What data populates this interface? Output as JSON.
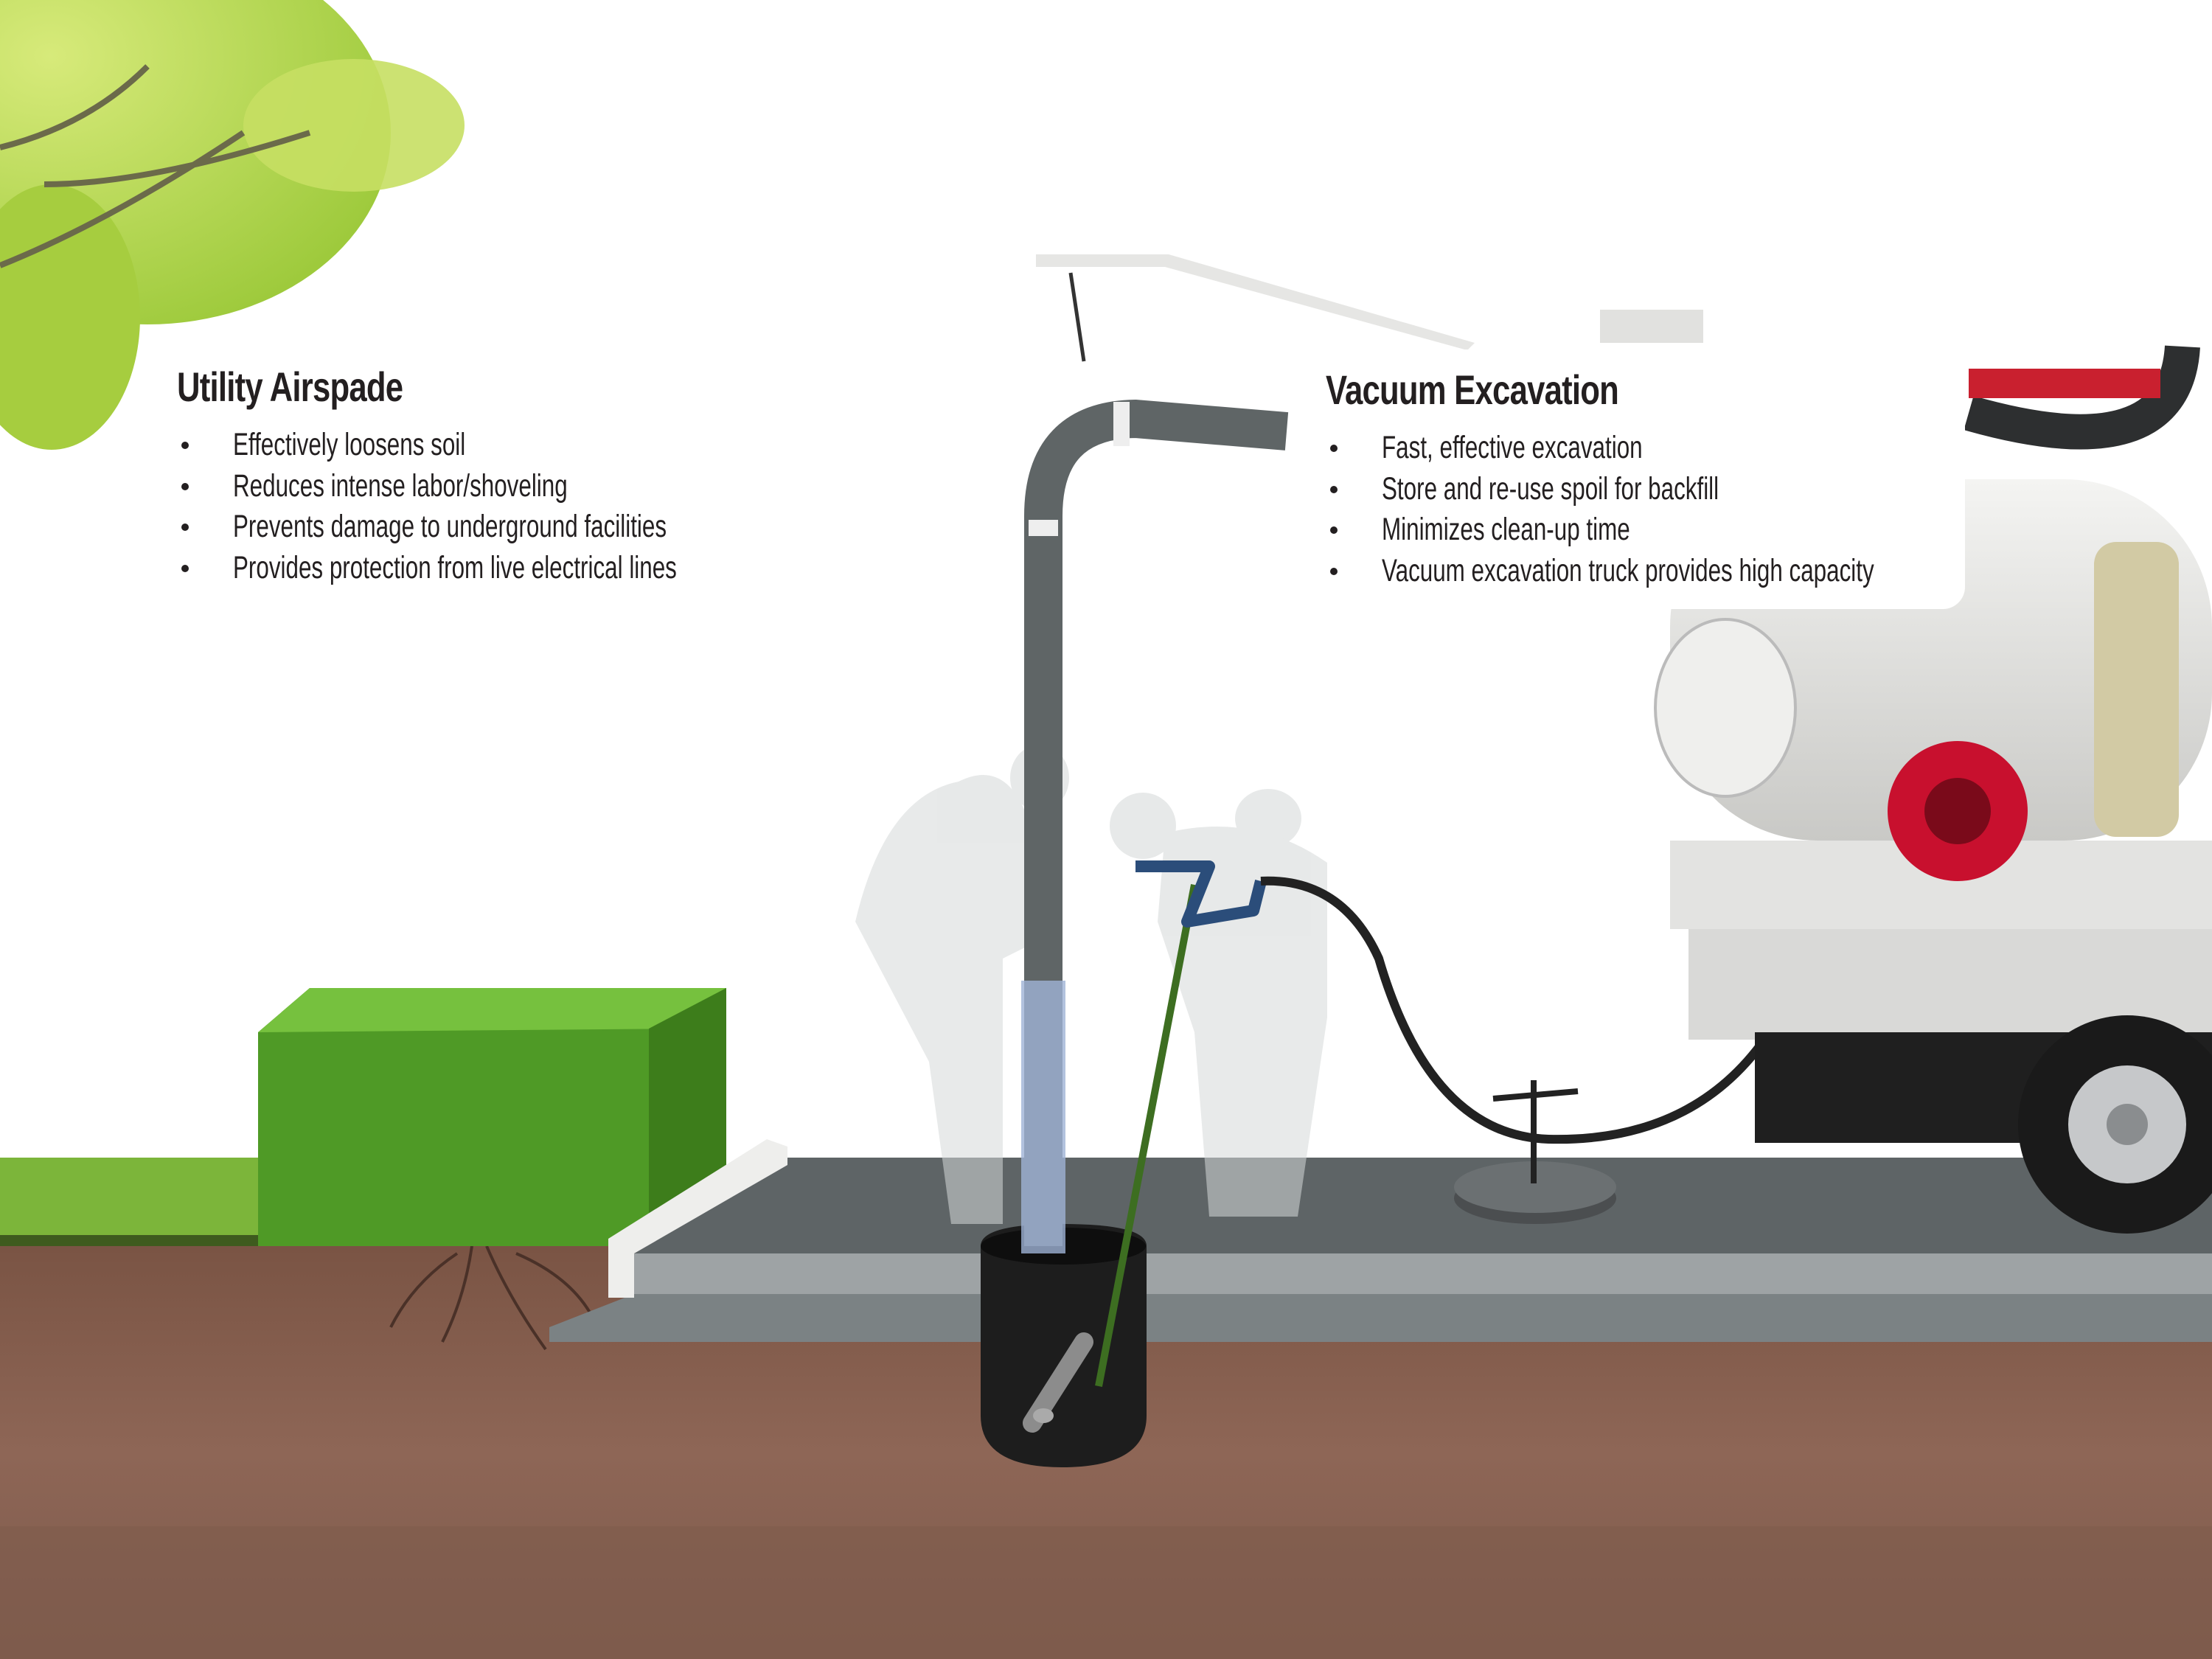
{
  "airspade": {
    "title": "Utility Airspade",
    "bullets": [
      "Effectively loosens soil",
      "Reduces intense labor/shoveling",
      "Prevents damage to underground facilities",
      "Provides protection from live electrical lines"
    ]
  },
  "vacuum": {
    "title": "Vacuum Excavation",
    "bullets": [
      "Fast, effective excavation",
      "Store and re-use spoil for backfill",
      "Minimizes clean-up time",
      "Vacuum excavation truck provides high capacity"
    ]
  },
  "colors": {
    "soil": "#8b6252",
    "pavement": "#5e6466",
    "foliage": "#a8cf3c",
    "hedge": "#4f9a26",
    "hose_reel": "#c8102e"
  }
}
